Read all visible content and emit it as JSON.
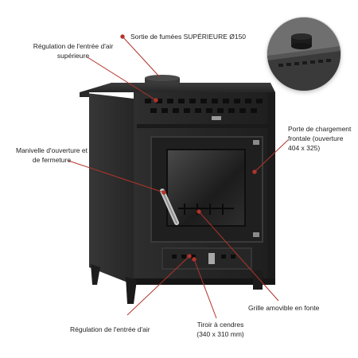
{
  "labels": {
    "air_top_line1": "Régulation de l'entrée d'air",
    "air_top_line2": "supérieure",
    "flue": "Sortie de fumées SUPÉRIEURE Ø150",
    "crank_line1": "Manivelle d'ouverture et",
    "crank_line2": "de fermeture",
    "door_line1": "Porte de chargement",
    "door_line2": "frontale (ouverture",
    "door_line3": "404 x 325)",
    "grate": "Grille amovible en fonte",
    "air_bottom": "Régulation de l'entrée d'air",
    "drawer_line1": "Tiroir à cendres",
    "drawer_line2": "(340 x 310 mm)"
  },
  "colors": {
    "leader_line": "#b0342b",
    "stove_body": "#2a2a2a",
    "stove_dark": "#161616",
    "background": "#ffffff"
  }
}
